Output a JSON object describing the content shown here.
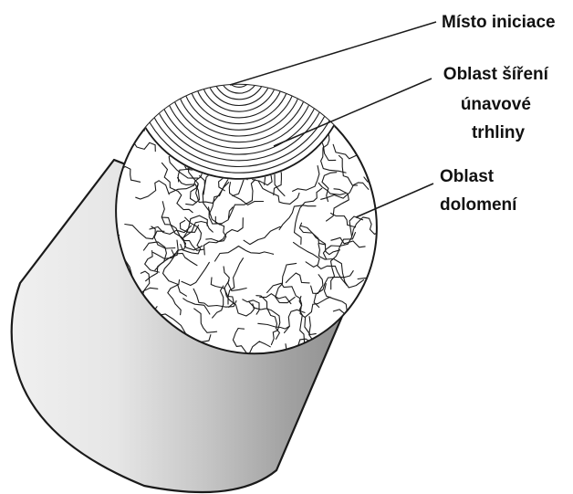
{
  "labels": {
    "initiation_site": [
      "Místo iniciace"
    ],
    "fatigue_crack_region": [
      "Oblast šíření",
      "únavové",
      "trhliny"
    ],
    "final_fracture_region": [
      "Oblast",
      "dolomení"
    ]
  },
  "colors": {
    "outline": "#1a1a1a",
    "cylinder_light": "#f7f7f7",
    "cylinder_dark": "#8a8a8a",
    "background": "#ffffff"
  }
}
